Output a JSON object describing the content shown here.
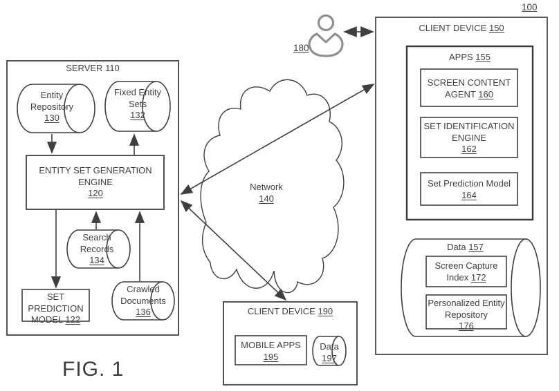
{
  "figure": {
    "caption": "FIG. 1",
    "system_ref": "100"
  },
  "user": {
    "icon": "person-icon",
    "ref": "180"
  },
  "server": {
    "title": {
      "text": "SERVER",
      "num": "110"
    },
    "entity_repository": {
      "text": "Entity Repository",
      "num": "130"
    },
    "fixed_entity_sets": {
      "text": "Fixed Entity Sets",
      "num": "132"
    },
    "entity_set_generation_engine": {
      "text": "ENTITY SET GENERATION ENGINE",
      "num": "120"
    },
    "search_records": {
      "text": "Search Records",
      "num": "134"
    },
    "set_prediction_model": {
      "text": "SET PREDICTION MODEL",
      "num": "122"
    },
    "crawled_documents": {
      "text": "Crawled Documents",
      "num": "136"
    }
  },
  "network": {
    "text": "Network",
    "num": "140"
  },
  "client_device_150": {
    "title": {
      "text": "CLIENT DEVICE",
      "num": "150"
    },
    "apps": {
      "text": "APPS",
      "num": "155"
    },
    "screen_content_agent": {
      "text": "SCREEN CONTENT AGENT",
      "num": "160"
    },
    "set_identification_engine": {
      "text": "SET IDENTIFICATION ENGINE",
      "num": "162"
    },
    "set_prediction_model": {
      "text": "Set Prediction Model",
      "num": "164"
    },
    "data": {
      "text": "Data",
      "num": "157"
    },
    "screen_capture_index": {
      "text": "Screen Capture Index",
      "num": "172"
    },
    "personalized_entity_repository": {
      "text": "Personalized Entity Repository",
      "num": "176"
    }
  },
  "client_device_190": {
    "title": {
      "text": "CLIENT DEVICE",
      "num": "190"
    },
    "mobile_apps": {
      "text": "MOBILE APPS",
      "num": "195"
    },
    "data": {
      "text": "Data",
      "num": "197"
    }
  }
}
